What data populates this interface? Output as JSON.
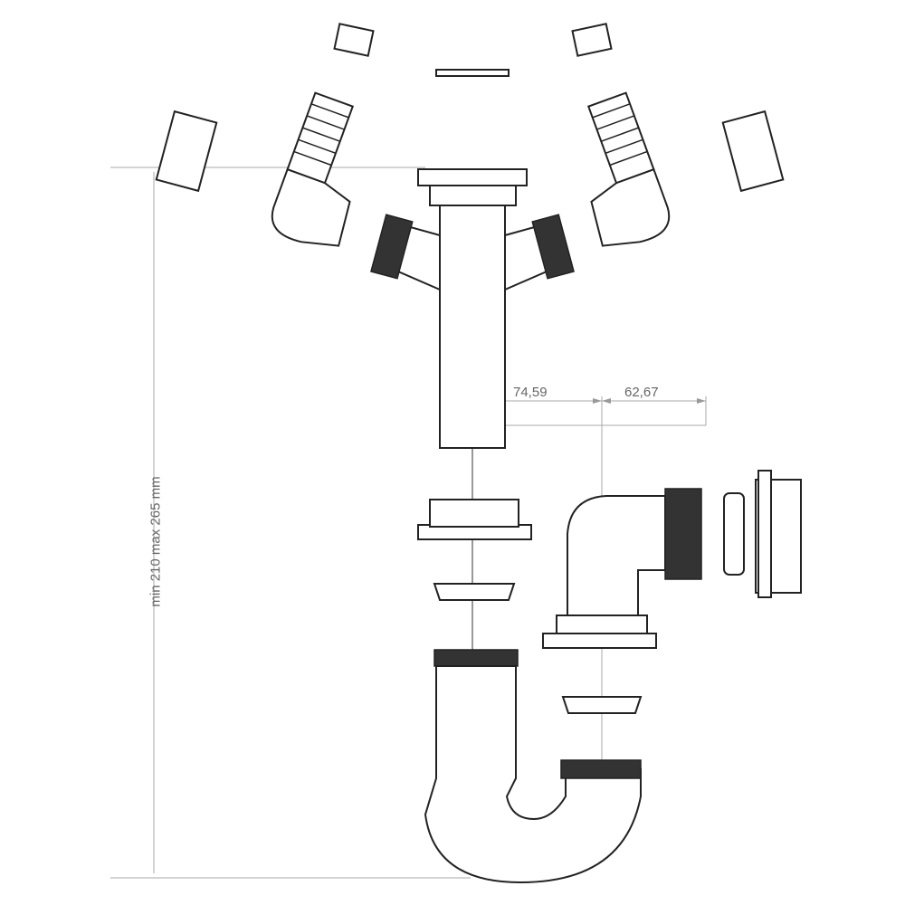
{
  "dimensions": {
    "offset_1": "74,59",
    "offset_2": "62,67",
    "height_range": "min 210 max 265 mm"
  }
}
